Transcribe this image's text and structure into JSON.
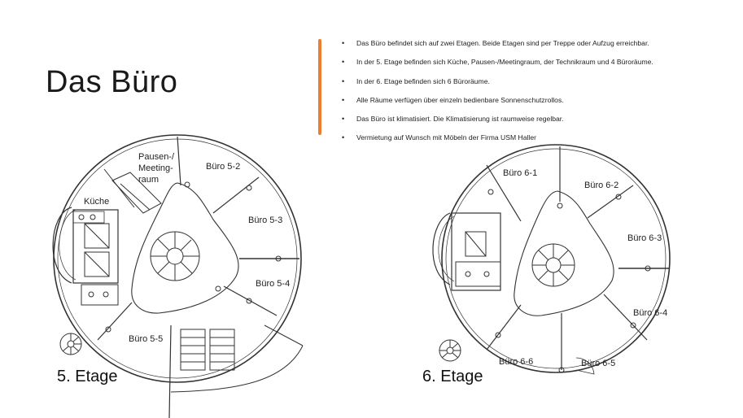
{
  "slide": {
    "title": "Das Büro",
    "accent_color": "#ed7d31",
    "bullets": [
      "Das Büro befindet sich auf zwei Etagen. Beide Etagen sind per Treppe oder Aufzug erreichbar.",
      "In der 5. Etage befinden sich Küche, Pausen-/Meetingraum, der Technikraum und 4 Büroräume.",
      "In der 6. Etage befinden sich 6 Büroräume.",
      "Alle Räume verfügen über einzeln bedienbare Sonnenschutzrollos.",
      "Das Büro ist klimatisiert. Die Klimatisierung ist raumweise regelbar.",
      "Vermietung auf Wunsch mit Möbeln der Firma USM Haller"
    ]
  },
  "floor5": {
    "label": "5. Etage",
    "rooms": {
      "pausen_line1": "Pausen-/",
      "pausen_line2": "Meeting-",
      "pausen_line3": "raum",
      "kueche": "Küche",
      "b52": "Büro 5-2",
      "b53": "Büro 5-3",
      "b54": "Büro 5-4",
      "b55": "Büro 5-5"
    }
  },
  "floor6": {
    "label": "6. Etage",
    "rooms": {
      "b61": "Büro 6-1",
      "b62": "Büro 6-2",
      "b63": "Büro 6-3",
      "b64": "Büro 6-4",
      "b65": "Büro 6-5",
      "b66": "Büro 6-6"
    }
  }
}
